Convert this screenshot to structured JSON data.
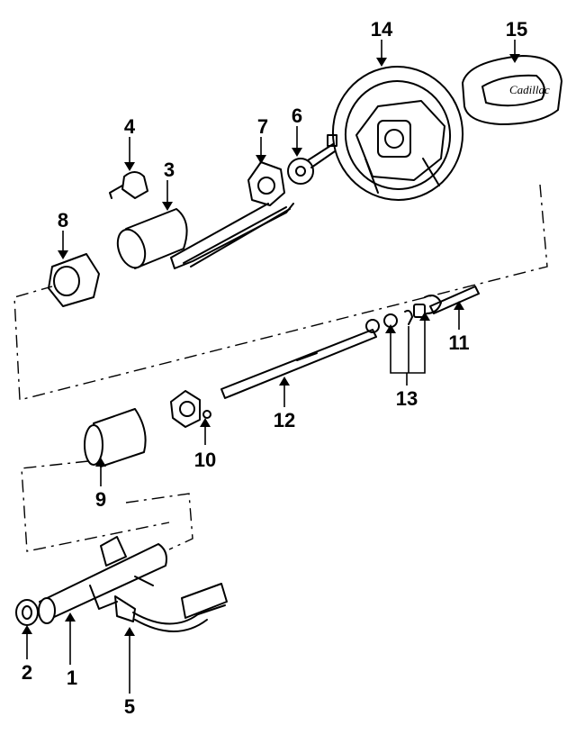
{
  "callouts": {
    "p1": "1",
    "p2": "2",
    "p3": "3",
    "p4": "4",
    "p5": "5",
    "p6": "6",
    "p7": "7",
    "p8": "8",
    "p9": "9",
    "p10": "10",
    "p11": "11",
    "p12": "12",
    "p13": "13",
    "p14": "14",
    "p15": "15"
  },
  "horn_pad_logo": "Cadillac"
}
